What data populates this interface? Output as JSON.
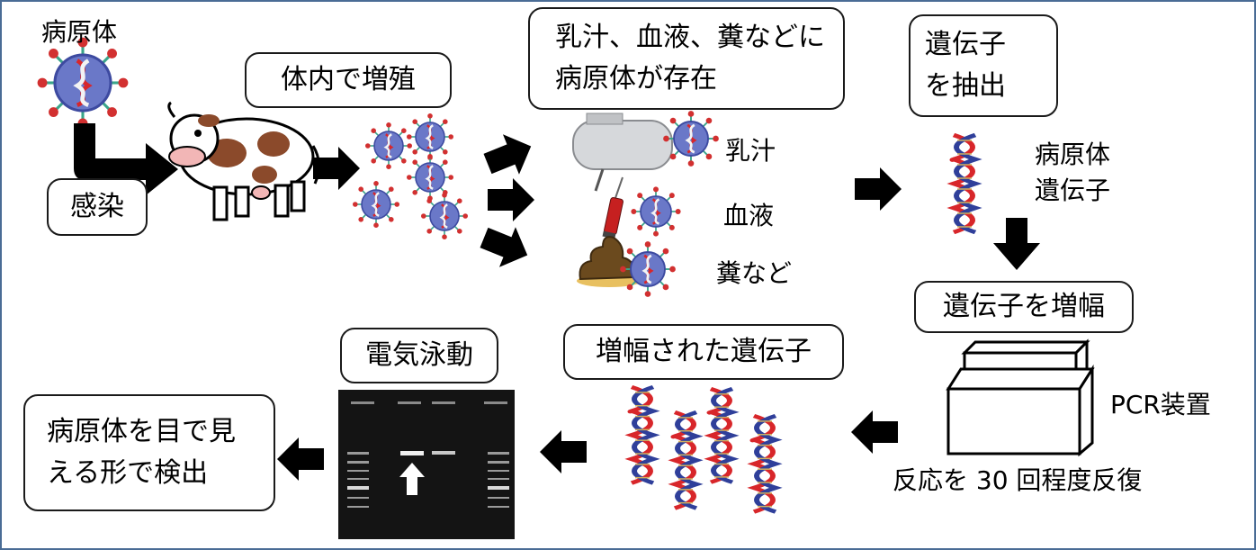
{
  "labels": {
    "pathogen": "病原体",
    "infection": "感染",
    "proliferate": "体内で増殖",
    "presence_line1": "乳汁、血液、糞などに",
    "presence_line2": "病原体が存在",
    "extract_line1": "遺伝子",
    "extract_line2": "を抽出",
    "milk": "乳汁",
    "blood": "血液",
    "feces": "糞など",
    "pathogen_gene_line1": "病原体",
    "pathogen_gene_line2": "遺伝子",
    "amplify": "遺伝子を増幅",
    "pcr": "PCR装置",
    "repeat": "反応を 30 回程度反復",
    "amplified": "増幅された遺伝子",
    "electrophoresis": "電気泳動",
    "detect_line1": "病原体を目で見",
    "detect_line2": "える形で検出"
  },
  "icons": [
    "virus-icon",
    "cow-icon",
    "arrow-icon",
    "milk-tank-icon",
    "syringe-icon",
    "feces-icon",
    "dna-helix-icon",
    "pcr-machine-icon",
    "gel-image-icon"
  ],
  "colors": {
    "border": "#4a6c95",
    "virus": "#6a78c8",
    "spike": "#d23030",
    "dna_red": "#d8262a",
    "dna_blue": "#2f3f9a",
    "cow_spot": "#8b4a2b",
    "feces": "#6b4a1e"
  }
}
